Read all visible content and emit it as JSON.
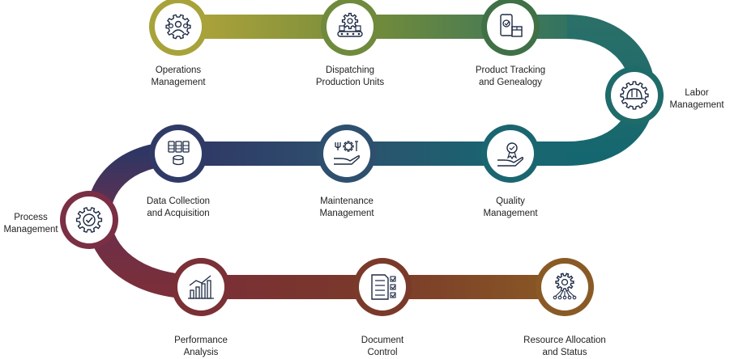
{
  "colors": {
    "olive": "#8a9a2e",
    "green": "#4f7a45",
    "teal": "#156b73",
    "slate": "#2f5673",
    "navy": "#2e3560",
    "maroon": "#7a2e3e",
    "rust": "#7a3a28",
    "brown": "#8a5a24",
    "icon": "#1e2a44"
  },
  "steps": [
    {
      "id": "operations-management",
      "line1": "Operations",
      "line2": "Management",
      "icon": "team-gear-icon",
      "ring": "#a7a33a"
    },
    {
      "id": "dispatching-production-units",
      "line1": "Dispatching",
      "line2": "Production Units",
      "icon": "gear-conveyor-icon",
      "ring": "#6f8a3c"
    },
    {
      "id": "product-tracking-and-genealogy",
      "line1": "Product Tracking",
      "line2": "and Genealogy",
      "icon": "phone-box-check-icon",
      "ring": "#3f7046"
    },
    {
      "id": "labor-management",
      "line1": "Labor",
      "line2": "Management",
      "icon": "gear-hardhat-icon",
      "ring": "#1f6b6a"
    },
    {
      "id": "quality-management",
      "line1": "Quality",
      "line2": "Management",
      "icon": "hand-medal-icon",
      "ring": "#1a6670"
    },
    {
      "id": "maintenance-management",
      "line1": "Maintenance",
      "line2": "Management",
      "icon": "hand-tools-icon",
      "ring": "#2e506e"
    },
    {
      "id": "data-collection-and-acquisition",
      "line1": "Data Collection",
      "line2": "and Acquisition",
      "icon": "servers-database-icon",
      "ring": "#303a66"
    },
    {
      "id": "process-management",
      "line1": "Process",
      "line2": "Management",
      "icon": "gear-check-icon",
      "ring": "#7a2f44"
    },
    {
      "id": "performance-analysis",
      "line1": "Performance",
      "line2": "Analysis",
      "icon": "bar-chart-trend-icon",
      "ring": "#7a3035"
    },
    {
      "id": "document-control",
      "line1": "Document",
      "line2": "Control",
      "icon": "document-checklist-icon",
      "ring": "#7a3a2a"
    },
    {
      "id": "resource-allocation-and-status",
      "line1": "Resource Allocation",
      "line2": "and Status",
      "icon": "gear-network-icon",
      "ring": "#8a5a26"
    }
  ]
}
